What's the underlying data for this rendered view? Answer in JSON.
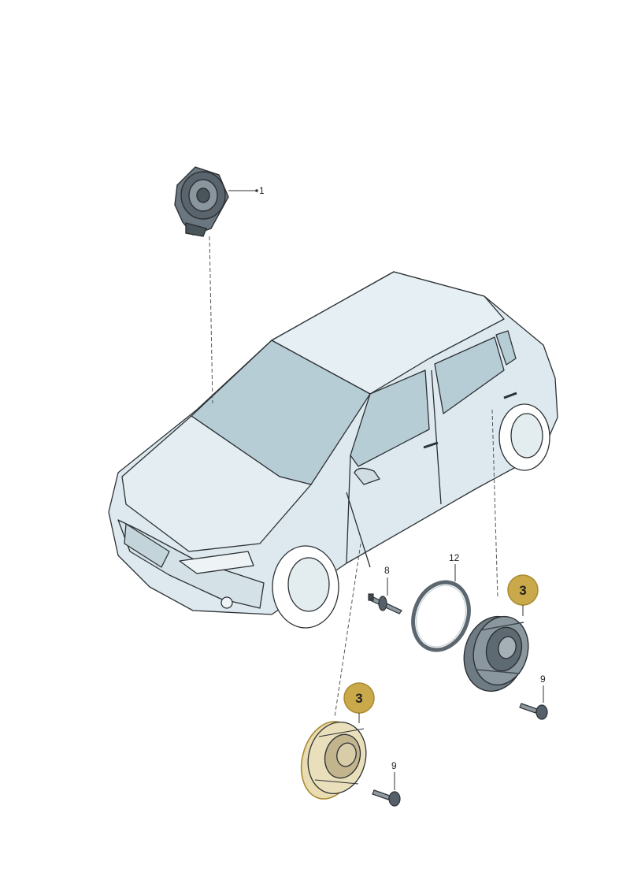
{
  "callouts": {
    "part_1": "1",
    "part_8": "8",
    "part_12": "12",
    "part_9_right": "9",
    "part_9_left": "9"
  },
  "badges": {
    "part_3_right": "3",
    "part_3_left": "3"
  },
  "icons": {
    "car": "hatchback-car-icon",
    "tweeter": "tweeter-speaker-icon",
    "speaker": "loudspeaker-icon",
    "ring": "sealing-ring-icon",
    "screw": "screw-icon",
    "rivet": "rivet-icon"
  },
  "colors": {
    "highlight": "#c9a94a",
    "highlight_fill": "#e9dcb0",
    "car_body": "#dde9ee",
    "car_glass": "#b7cdd6",
    "outline": "#2c3135",
    "part_dark": "#5e6a72"
  }
}
